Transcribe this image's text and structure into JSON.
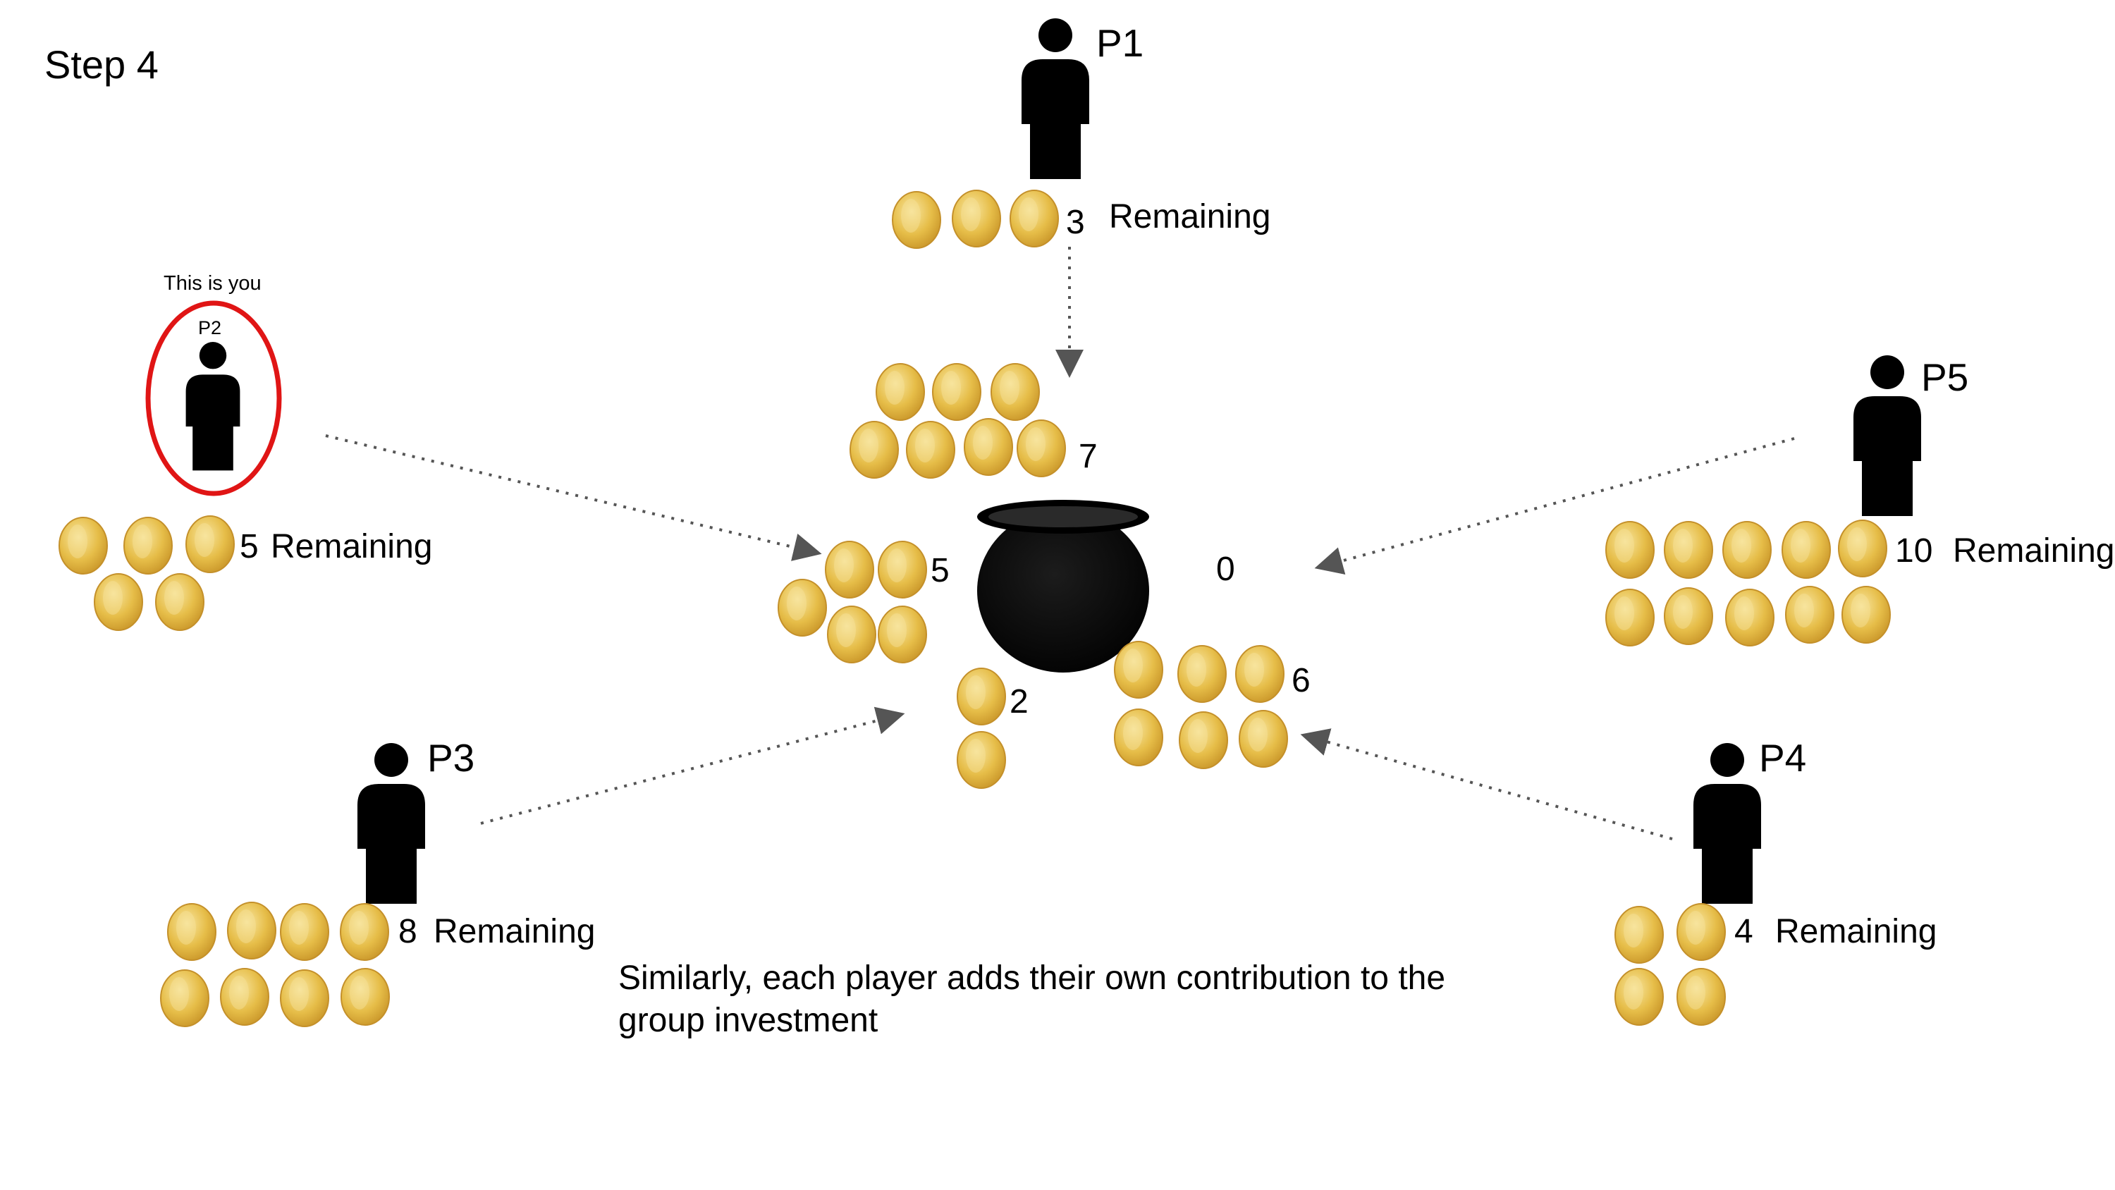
{
  "step_title": "Step 4",
  "you_label": "This is you",
  "caption": "Similarly, each player adds their own contribution to the group investment",
  "players": [
    {
      "id": "p1",
      "label": "P1",
      "remaining_count": "3",
      "remaining_word": "Remaining",
      "contribution": "7"
    },
    {
      "id": "p2",
      "label": "P2",
      "remaining_count": "5",
      "remaining_word": "Remaining",
      "contribution": "5"
    },
    {
      "id": "p3",
      "label": "P3",
      "remaining_count": "8",
      "remaining_word": "Remaining",
      "contribution": "2"
    },
    {
      "id": "p4",
      "label": "P4",
      "remaining_count": "4",
      "remaining_word": "Remaining",
      "contribution": "6"
    },
    {
      "id": "p5",
      "label": "P5",
      "remaining_count": "10",
      "remaining_word": "Remaining",
      "contribution": "0"
    }
  ],
  "colors": {
    "coin_fill": "#e8c24a",
    "coin_edge": "#c9962c",
    "coin_light": "#f6e39a",
    "pot": "#000000",
    "you_ring": "#e01515",
    "arrow": "#555555"
  }
}
